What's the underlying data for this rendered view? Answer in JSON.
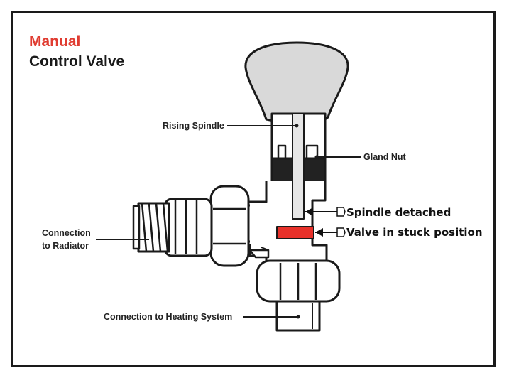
{
  "title": {
    "line1": "Manual",
    "line2": "Control Valve",
    "accent_color": "#e03c31"
  },
  "labels": {
    "rising_spindle": "Rising Spindle",
    "gland_nut": "Gland Nut",
    "connection_radiator_line1": "Connection",
    "connection_radiator_line2": "to Radiator",
    "connection_heating": "Connection to Heating System"
  },
  "annotations": {
    "spindle_detached": "Spindle detached",
    "valve_stuck": "Valve in stuck position"
  },
  "colors": {
    "head_fill": "#d9d9d9",
    "outline": "#1a1a1a",
    "gland_fill": "#222222",
    "spindle_fill": "#e6e6e6",
    "valve_fill": "#e8312a"
  }
}
